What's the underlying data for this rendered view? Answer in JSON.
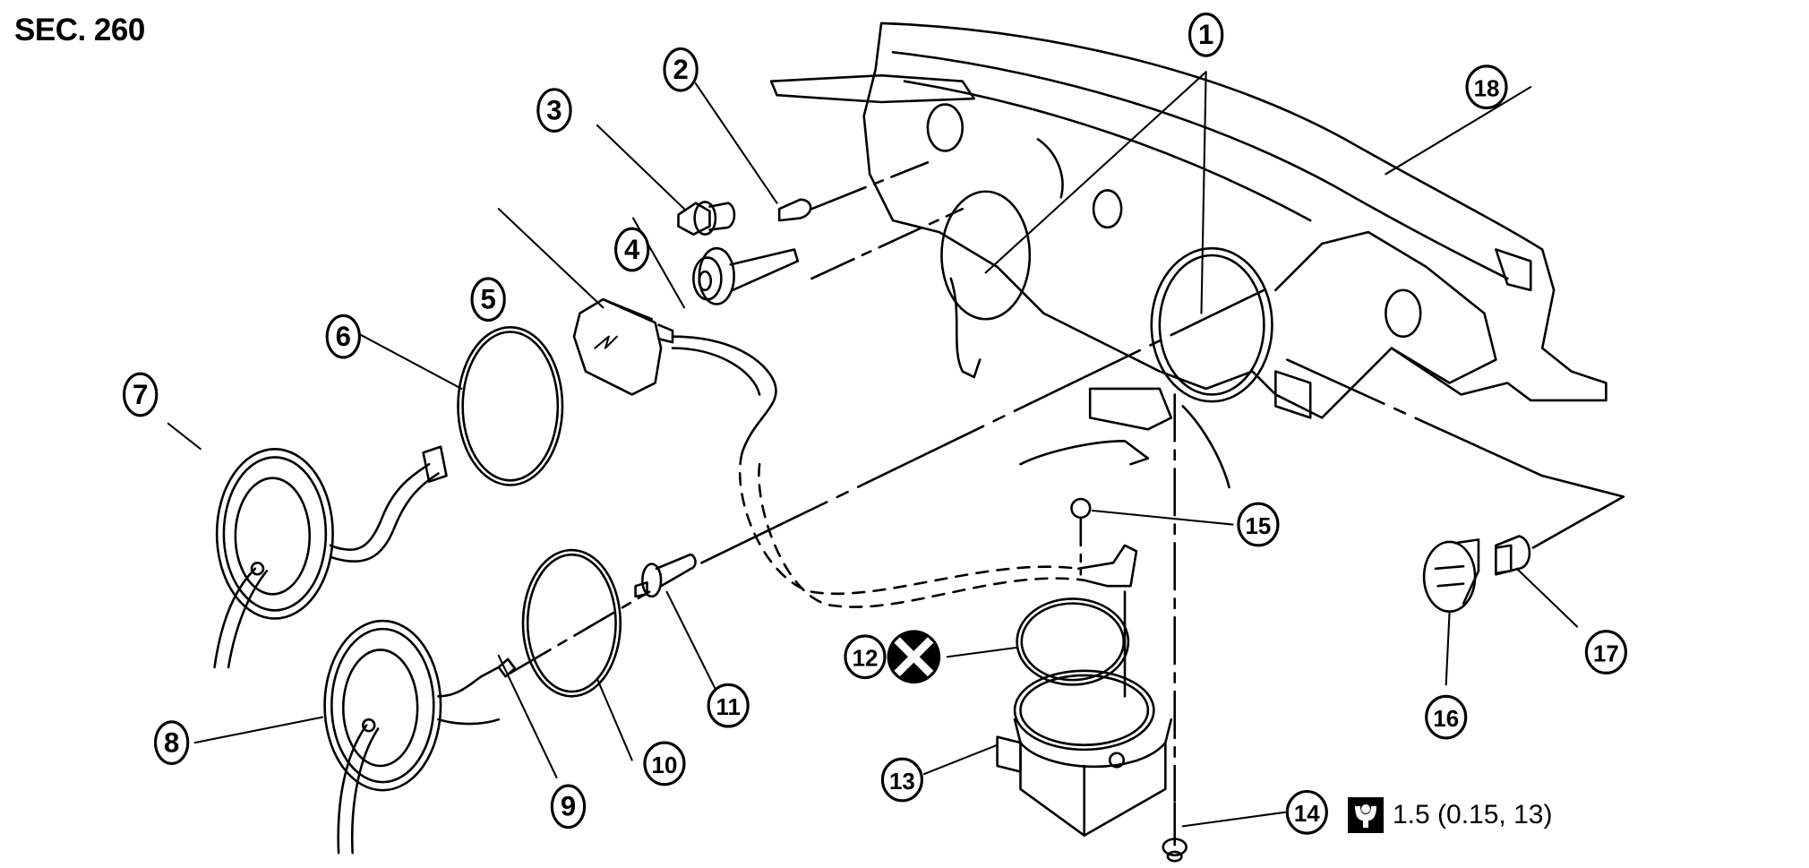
{
  "section": "SEC. 260",
  "torque": {
    "icon": "torque-wrench-icon",
    "spec": "1.5 (0.15, 13)",
    "applies_to": "14"
  },
  "callouts": [
    {
      "id": "1",
      "label": "1"
    },
    {
      "id": "2",
      "label": "2"
    },
    {
      "id": "3",
      "label": "3"
    },
    {
      "id": "4",
      "label": "4"
    },
    {
      "id": "5",
      "label": "5"
    },
    {
      "id": "6",
      "label": "6"
    },
    {
      "id": "7",
      "label": "7"
    },
    {
      "id": "8",
      "label": "8"
    },
    {
      "id": "9",
      "label": "9"
    },
    {
      "id": "10",
      "label": "10"
    },
    {
      "id": "11",
      "label": "11"
    },
    {
      "id": "12",
      "label": "12"
    },
    {
      "id": "13",
      "label": "13"
    },
    {
      "id": "14",
      "label": "14"
    },
    {
      "id": "15",
      "label": "15"
    },
    {
      "id": "16",
      "label": "16"
    },
    {
      "id": "17",
      "label": "17"
    },
    {
      "id": "18",
      "label": "18"
    }
  ],
  "symbols": {
    "do_not_reuse": "do-not-reuse-icon"
  }
}
